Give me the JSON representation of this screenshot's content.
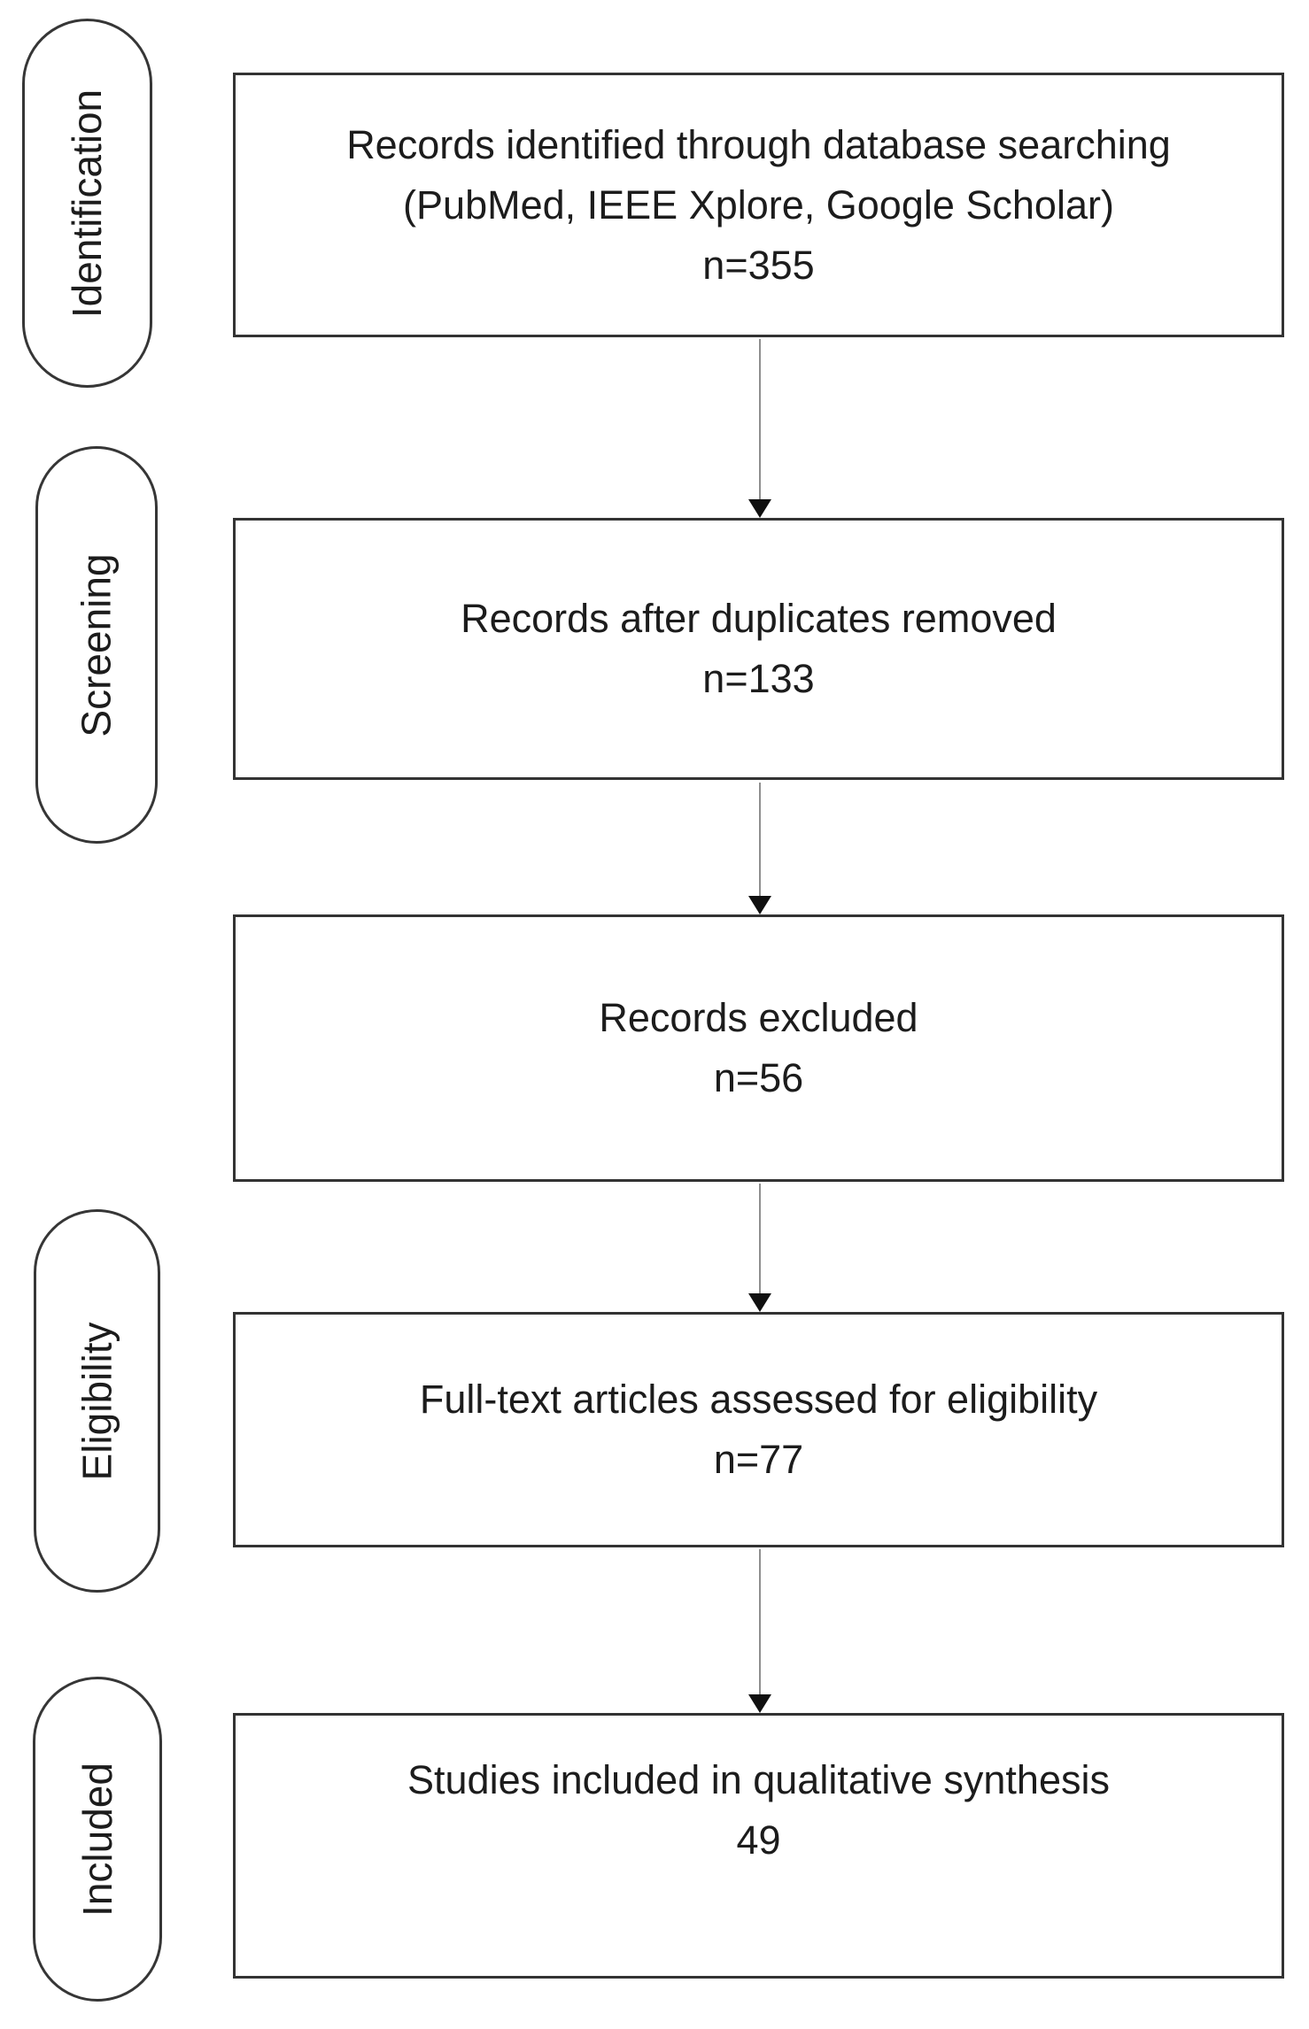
{
  "stages": [
    {
      "label": "Identification"
    },
    {
      "label": "Screening"
    },
    {
      "label": "Eligibility"
    },
    {
      "label": "Included"
    }
  ],
  "boxes": [
    {
      "line1": "Records identified through database searching",
      "line2": "(PubMed, IEEE Xplore, Google Scholar)",
      "count": "n=355"
    },
    {
      "line1": "Records after duplicates removed",
      "count": "n=133"
    },
    {
      "line1": "Records excluded",
      "count": "n=56"
    },
    {
      "line1": "Full-text articles assessed for eligibility",
      "count": "n=77"
    },
    {
      "line1": "Studies included in qualitative synthesis",
      "count": "49"
    }
  ],
  "colors": {
    "background": "#ffffff",
    "box_border": "#333333",
    "pill_border": "#363636",
    "text": "#1c1c1c",
    "arrow_line": "#8f8f8f",
    "arrow_head": "#101010"
  }
}
